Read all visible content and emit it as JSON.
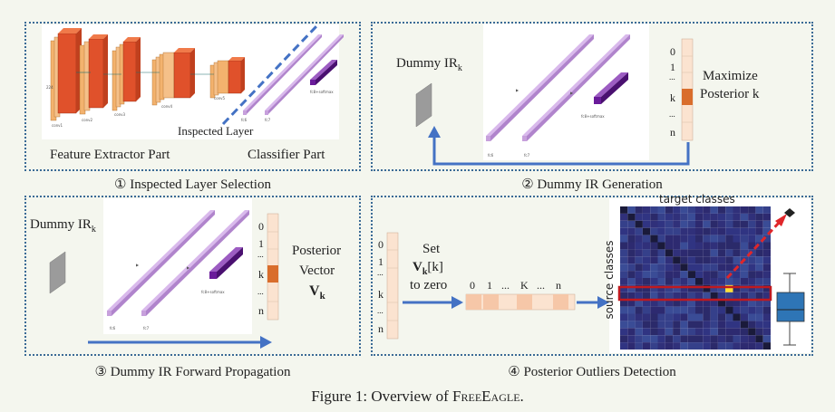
{
  "caption": {
    "figure_prefix": "Figure 1: Overview of ",
    "method": "FreeEagle",
    "suffix": "."
  },
  "panel1": {
    "step": "① Inspected Layer Selection",
    "inspected_layer": "Inspected Layer",
    "feature_extractor": "Feature Extractor Part",
    "classifier": "Classifier Part"
  },
  "panel2": {
    "step": "② Dummy IR Generation",
    "dummy_ir": "Dummy IR",
    "dummy_ir_sub": "k",
    "maximize": "Maximize",
    "posterior_k": "Posterior k",
    "vector_labels": [
      "0",
      "1",
      "...",
      "k",
      "...",
      "n"
    ]
  },
  "panel3": {
    "step": "③ Dummy IR Forward Propagation",
    "dummy_ir": "Dummy IR",
    "dummy_ir_sub": "k",
    "posterior": "Posterior",
    "vector": "Vector",
    "v": "V",
    "v_sub": "k",
    "vector_labels": [
      "0",
      "1",
      "...",
      "k",
      "...",
      "n"
    ]
  },
  "panel4": {
    "step": "④ Posterior Outliers Detection",
    "set": "Set",
    "vk": "V",
    "vk_sub": "k",
    "vk_index": "[k]",
    "to_zero": "to zero",
    "vector_labels": [
      "0",
      "1",
      "...",
      "k",
      "...",
      "n"
    ],
    "row_labels": [
      "0",
      "1",
      "...",
      "K",
      "...",
      "n"
    ],
    "target_classes": "target classes",
    "source_classes": "source classes"
  },
  "net": {
    "fc6": "fc6",
    "fc7": "fc7",
    "fc8": "fc8+softmax"
  },
  "colors": {
    "panel_border": "#3a6a95",
    "arrow_blue": "#4472c4",
    "conv_orange": "#f3b26e",
    "conv_red": "#e0512b",
    "fc_purple": "#c7a0dc",
    "fc8_purple": "#6a1b9a",
    "vector_light": "#fbe3d0",
    "vector_k": "#d96d2c",
    "heatmap_bg": "#2e2c6e",
    "outlier_yellow": "#ffe135",
    "highlight_red": "#c0191f",
    "box_blue": "#2e75b6"
  }
}
